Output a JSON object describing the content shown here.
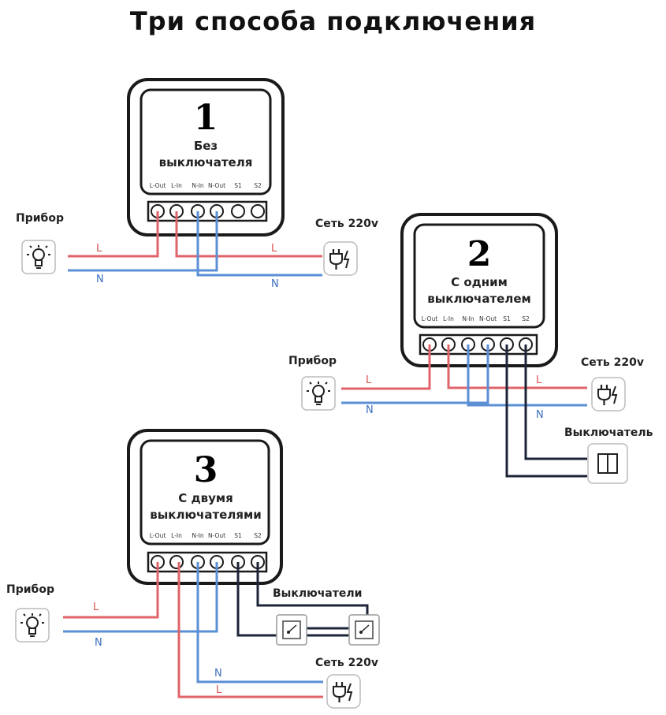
{
  "title": "Три способа подключения",
  "terminals": [
    "L-Out",
    "L-In",
    "N-In",
    "N-Out",
    "S1",
    "S2"
  ],
  "modules": [
    {
      "number": "1",
      "line1": "Без",
      "line2": "выключателя"
    },
    {
      "number": "2",
      "line1": "С одним",
      "line2": "выключателем"
    },
    {
      "number": "3",
      "line1": "С двумя",
      "line2": "выключателями"
    }
  ],
  "labels": {
    "device": "Прибор",
    "mains": "Сеть 220v",
    "switch": "Выключатель",
    "switches": "Выключатели"
  },
  "wire_labels": {
    "live": "L",
    "neutral": "N"
  },
  "colors": {
    "live": "#e0646a",
    "neutral": "#5b8fd6",
    "switch_wire": "#1e2438",
    "frame": "#1a1a1a"
  },
  "icons": {
    "device": "bulb-icon",
    "mains": "plug-icon",
    "switch": "rocker-switch-icon"
  }
}
